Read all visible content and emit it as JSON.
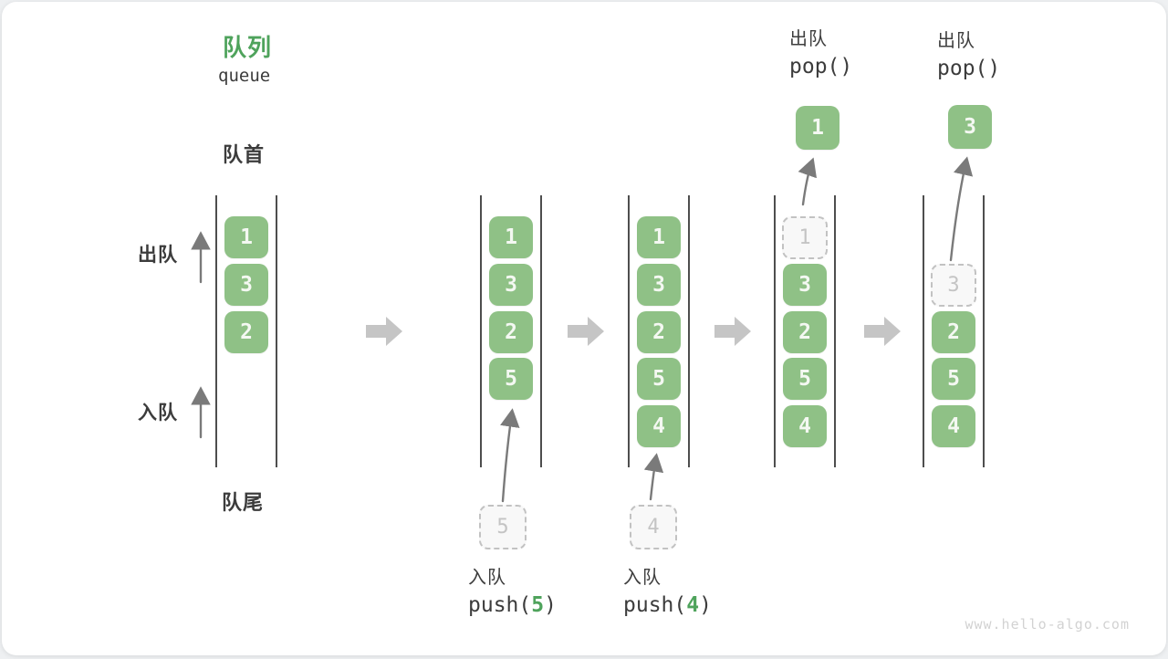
{
  "title": {
    "zh": "队列",
    "en": "queue"
  },
  "labels": {
    "front": "队首",
    "rear": "队尾",
    "side_dequeue": "出队",
    "side_enqueue": "入队"
  },
  "watermark": "www.hello-algo.com",
  "colors": {
    "accent": "#4fa35c",
    "box_green": "#8fc186",
    "box_text": "#f4f8f2",
    "dark": "#3c3c3c",
    "thin": "#7a7a7a",
    "block": "#c5c5c5",
    "dash_border": "#c2c2c2",
    "dash_fill": "#f8f8f8",
    "dash_text": "#c4c4c4",
    "wall": "#4e4e4e",
    "watermark": "#d2d2d2"
  },
  "queues": [
    {
      "name": "state-initial",
      "boxes": [
        {
          "value": "1",
          "slot": 0,
          "style": "solid"
        },
        {
          "value": "3",
          "slot": 1,
          "style": "solid"
        },
        {
          "value": "2",
          "slot": 2,
          "style": "solid"
        }
      ]
    },
    {
      "name": "state-after-push-5",
      "boxes": [
        {
          "value": "1",
          "slot": 0,
          "style": "solid"
        },
        {
          "value": "3",
          "slot": 1,
          "style": "solid"
        },
        {
          "value": "2",
          "slot": 2,
          "style": "solid"
        },
        {
          "value": "5",
          "slot": 3,
          "style": "solid"
        }
      ],
      "incoming_value": "5",
      "annotation": {
        "label": "入队",
        "code_prefix": "push(",
        "code_arg": "5",
        "code_suffix": ")"
      }
    },
    {
      "name": "state-after-push-4",
      "boxes": [
        {
          "value": "1",
          "slot": 0,
          "style": "solid"
        },
        {
          "value": "3",
          "slot": 1,
          "style": "solid"
        },
        {
          "value": "2",
          "slot": 2,
          "style": "solid"
        },
        {
          "value": "5",
          "slot": 3,
          "style": "solid"
        },
        {
          "value": "4",
          "slot": 4,
          "style": "solid"
        }
      ],
      "incoming_value": "4",
      "annotation": {
        "label": "入队",
        "code_prefix": "push(",
        "code_arg": "4",
        "code_suffix": ")"
      }
    },
    {
      "name": "state-pop-1",
      "boxes": [
        {
          "value": "1",
          "slot": 0,
          "style": "dashed"
        },
        {
          "value": "3",
          "slot": 1,
          "style": "solid"
        },
        {
          "value": "2",
          "slot": 2,
          "style": "solid"
        },
        {
          "value": "5",
          "slot": 3,
          "style": "solid"
        },
        {
          "value": "4",
          "slot": 4,
          "style": "solid"
        }
      ],
      "popped_value": "1",
      "annotation": {
        "label": "出队",
        "code_prefix": "pop(",
        "code_arg": "",
        "code_suffix": ")"
      }
    },
    {
      "name": "state-pop-3",
      "boxes": [
        {
          "value": "3",
          "slot": 1,
          "style": "dashed"
        },
        {
          "value": "2",
          "slot": 2,
          "style": "solid"
        },
        {
          "value": "5",
          "slot": 3,
          "style": "solid"
        },
        {
          "value": "4",
          "slot": 4,
          "style": "solid"
        }
      ],
      "popped_value": "3",
      "annotation": {
        "label": "出队",
        "code_prefix": "pop(",
        "code_arg": "",
        "code_suffix": ")"
      }
    }
  ]
}
